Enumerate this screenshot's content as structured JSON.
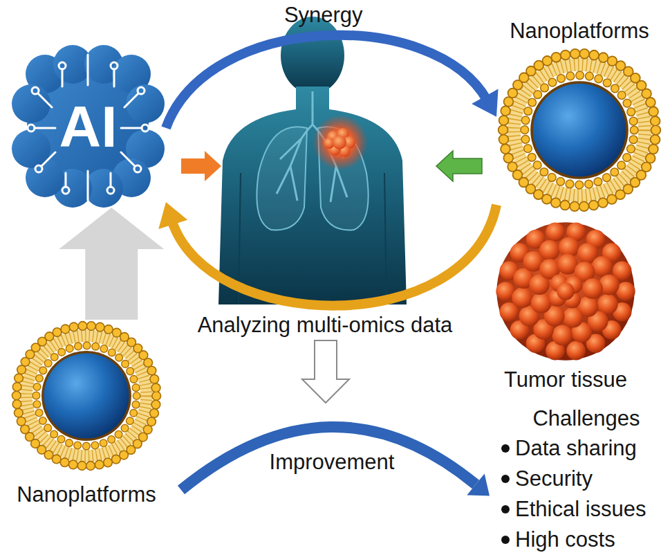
{
  "diagram": {
    "nodes": [
      {
        "text": [
          "AI"
        ]
      },
      {
        "text": [
          "Nanoplatforms"
        ]
      },
      {
        "text": [
          "Tumor tissue"
        ]
      },
      {
        "text": [
          "Nanoplatforms"
        ]
      }
    ],
    "edges": [
      {
        "from": 0,
        "to": 1,
        "arrow": "to",
        "label": "Synergy"
      },
      {
        "from": 1,
        "to": 0,
        "arrow": "to"
      },
      {
        "from": 3,
        "to": 0,
        "arrow": "to"
      }
    ],
    "labels": [
      "Analyzing multi-omics data",
      "Improvement",
      "Challenges",
      "Data sharing",
      "Security",
      "Ethical issues",
      "High costs"
    ]
  }
}
